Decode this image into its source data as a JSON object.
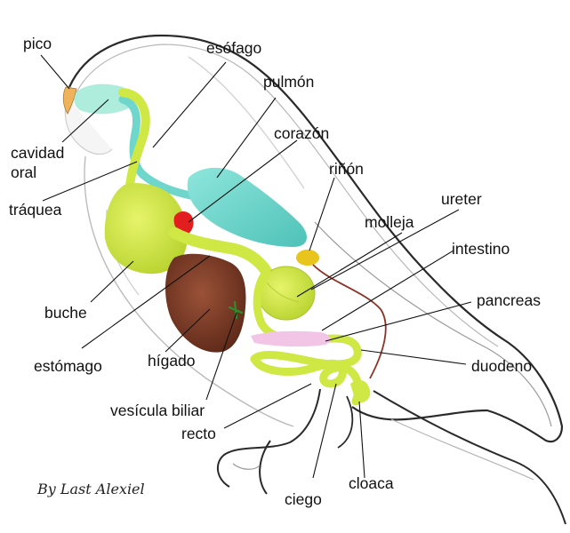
{
  "labels": {
    "pico": "pico",
    "cavidad_oral": "cavidad\noral",
    "traquea": "tráquea",
    "buche": "buche",
    "estomago": "estómago",
    "higado": "hígado",
    "vesicula_biliar": "vesícula biliar",
    "recto": "recto",
    "esofago": "esófago",
    "pulmon": "pulmón",
    "corazon": "corazón",
    "rinon": "riñón",
    "ureter": "ureter",
    "molleja": "molleja",
    "intestino": "intestino",
    "pancreas": "pancreas",
    "duodeno": "duodeno",
    "cloaca": "cloaca",
    "ciego": "ciego"
  },
  "signature": "By Last Alexiel",
  "colors": {
    "digestive_tract": "#cfe843",
    "respiratory": "#6fd6cc",
    "heart": "#e31e1e",
    "liver": "#7a3a25",
    "kidney": "#e8c41c",
    "pancreas": "#f2c4e6",
    "ureter": "#8c3324",
    "beak": "#f0b35c"
  }
}
